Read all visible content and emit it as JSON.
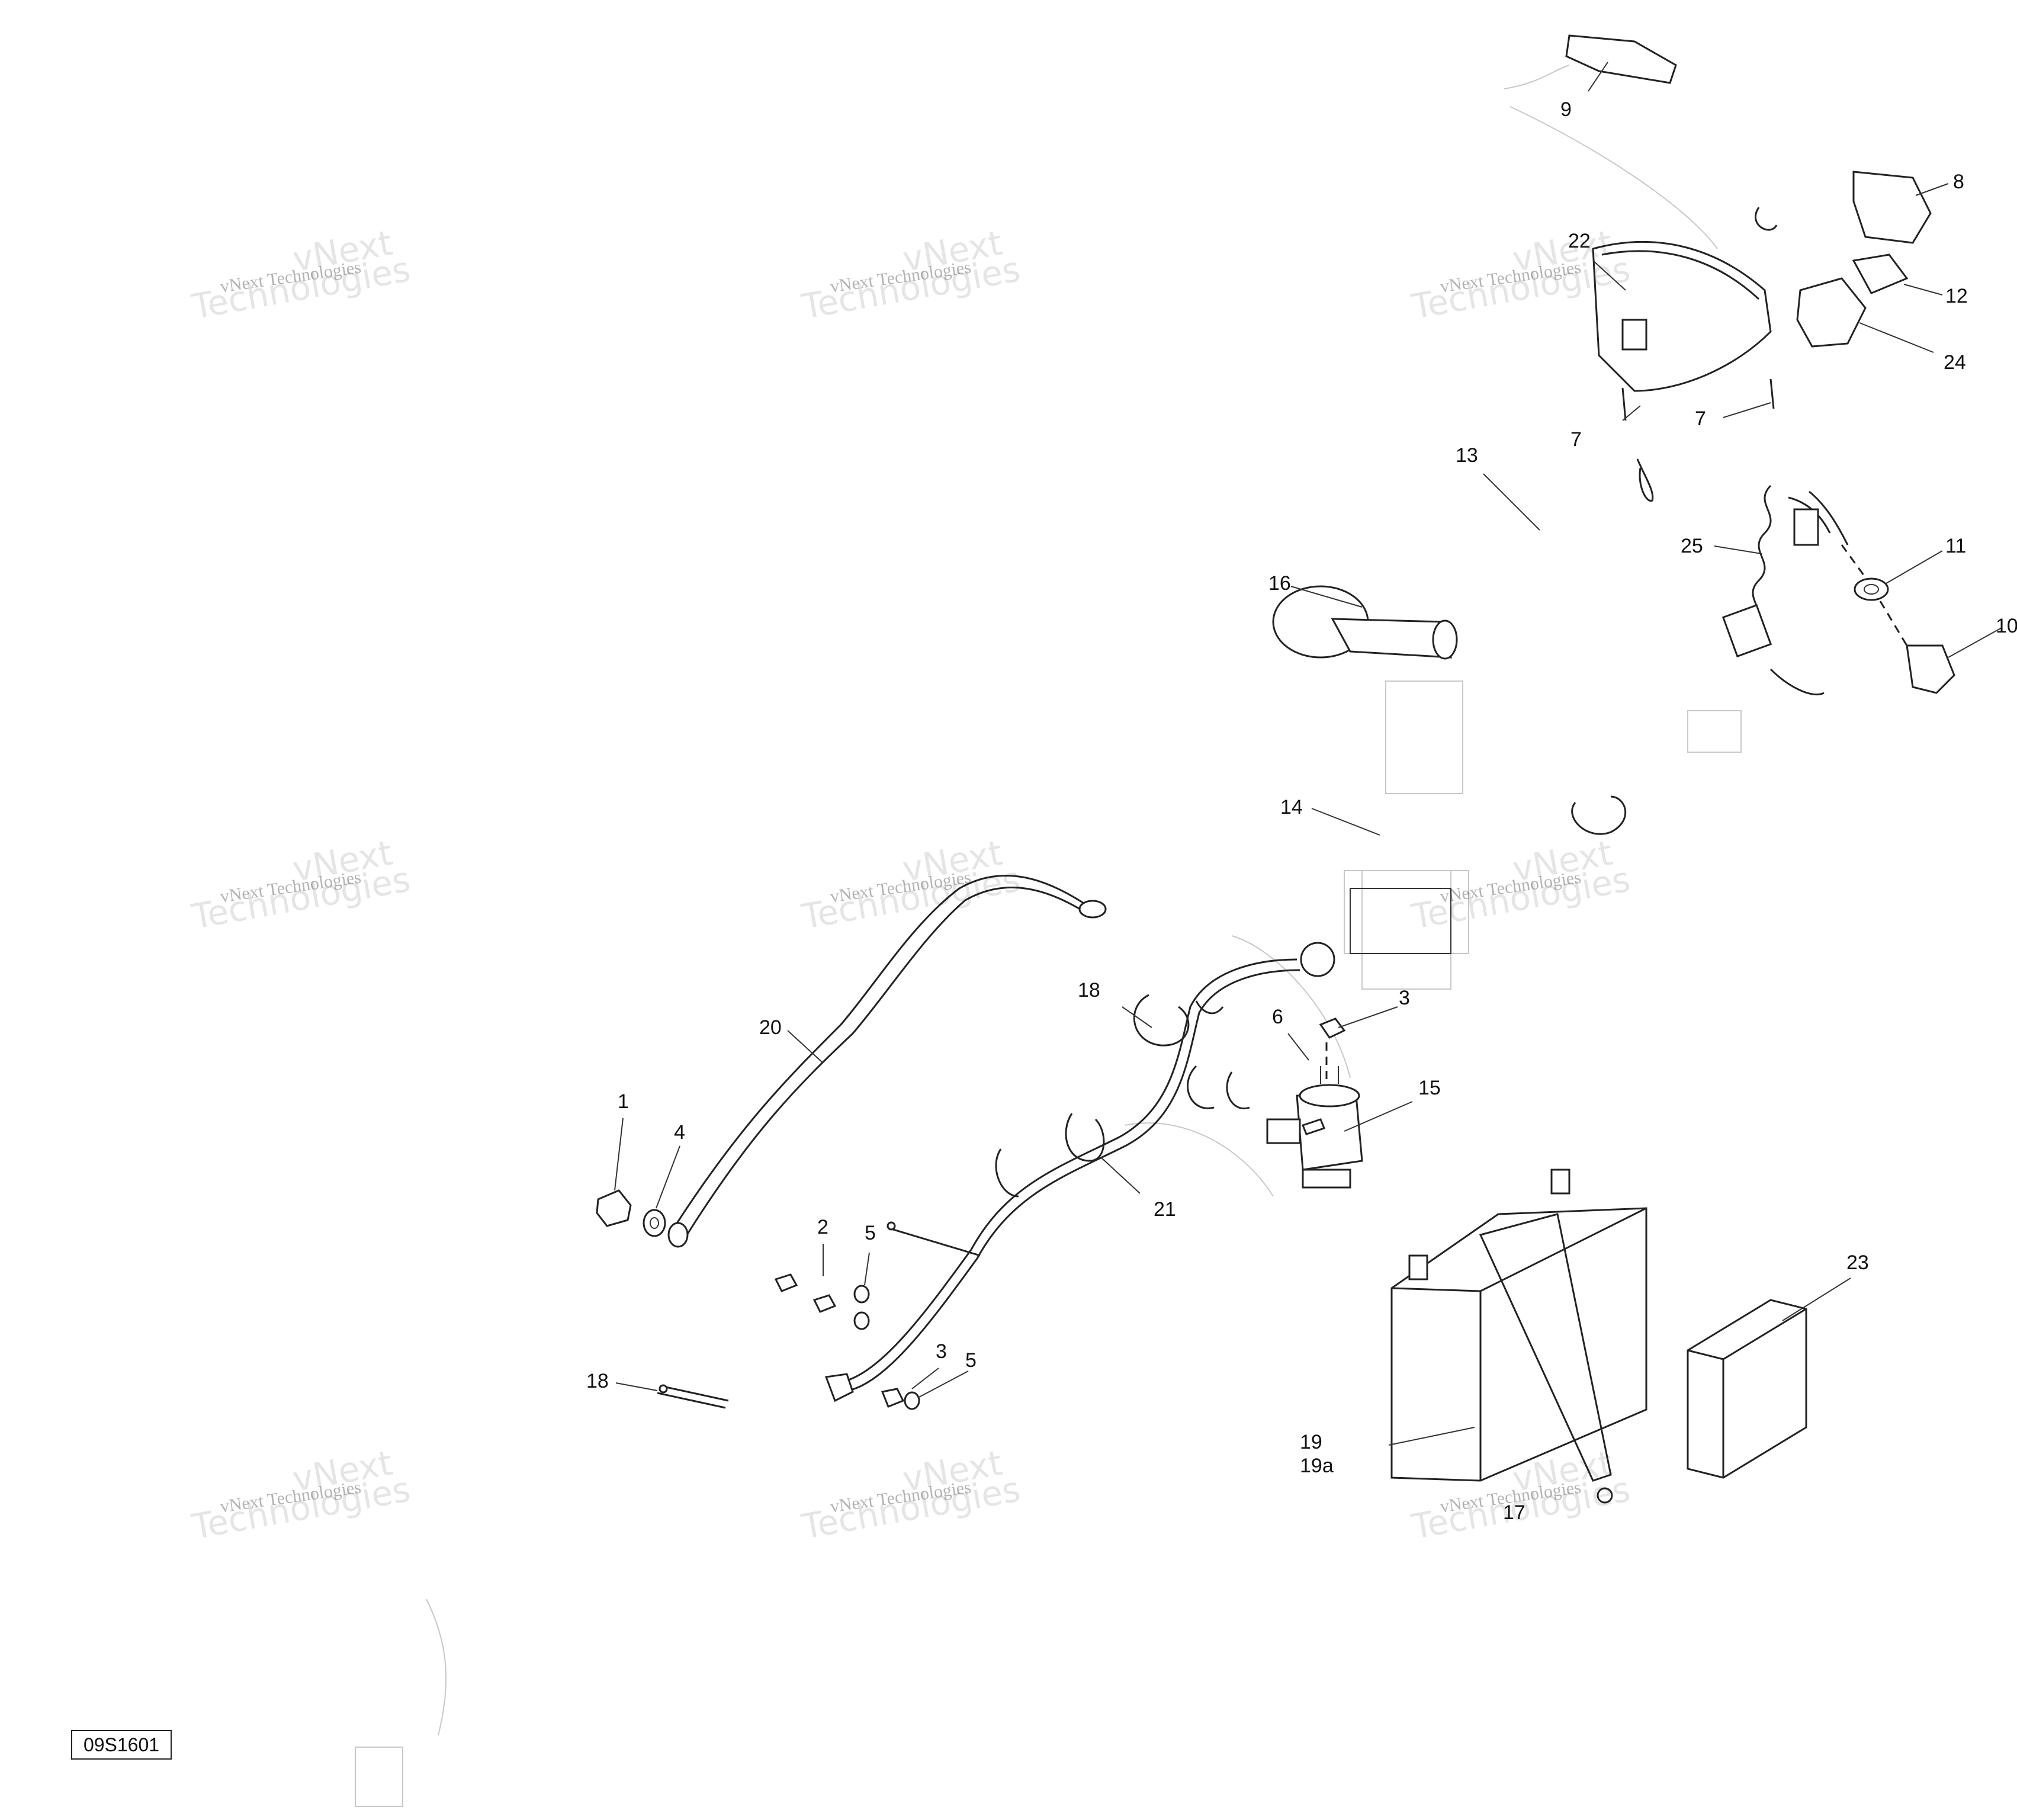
{
  "drawing_id": "09S1601",
  "watermark": {
    "line1": "vNext Technologies",
    "word1": "vNext",
    "word2": "Technologies"
  },
  "callouts": {
    "c1": "1",
    "c2": "2",
    "c3a": "3",
    "c3b": "3",
    "c4": "4",
    "c5a": "5",
    "c5b": "5",
    "c6": "6",
    "c7a": "7",
    "c7b": "7",
    "c8": "8",
    "c9": "9",
    "c10": "10",
    "c11": "11",
    "c12": "12",
    "c13": "13",
    "c14": "14",
    "c15": "15",
    "c16": "16",
    "c17": "17",
    "c18a": "18",
    "c18b": "18",
    "c19": "19",
    "c19a": "19a",
    "c20": "20",
    "c21": "21",
    "c22": "22",
    "c23": "23",
    "c24": "24",
    "c25": "25"
  }
}
